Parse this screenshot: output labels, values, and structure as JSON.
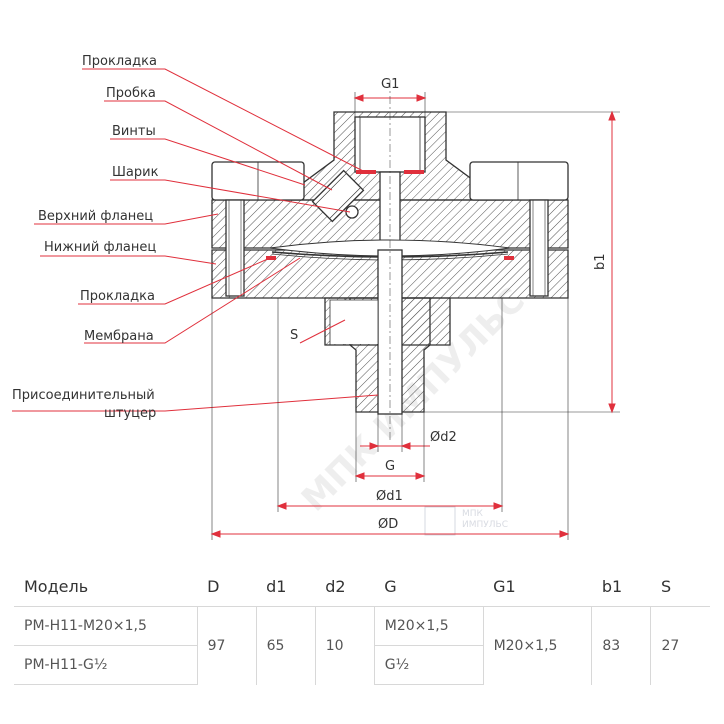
{
  "labels": {
    "gasket_top": "Прокладка",
    "plug": "Пробка",
    "screws": "Винты",
    "ball": "Шарик",
    "upper_flange": "Верхний фланец",
    "lower_flange": "Нижний фланец",
    "gasket_bottom": "Прокладка",
    "membrane": "Мембрана",
    "fitting_line1": "Присоединительный",
    "fitting_line2": "штуцер"
  },
  "dimensions": {
    "G1": "G1",
    "b1": "b1",
    "S": "S",
    "d2": "Ød2",
    "G": "G",
    "d1": "Ød1",
    "D": "ØD"
  },
  "watermark": {
    "main": "МПК ИМПУЛЬС",
    "logo_line1": "МПК",
    "logo_line2": "ИМПУЛЬС"
  },
  "table": {
    "headers": {
      "model": "Модель",
      "D": "D",
      "d1": "d1",
      "d2": "d2",
      "G": "G",
      "G1": "G1",
      "b1": "b1",
      "S": "S"
    },
    "rows": [
      {
        "model": "РМ-Н11-М20×1,5",
        "G": "М20×1,5"
      },
      {
        "model": "РМ-Н11-G½",
        "G": "G½"
      }
    ],
    "shared": {
      "D": "97",
      "d1": "65",
      "d2": "10",
      "G1": "М20×1,5",
      "b1": "83",
      "S": "27"
    }
  },
  "colors": {
    "leader": "#e0303c",
    "outline": "#333333",
    "hatch": "#444444",
    "gasket": "#e0303c"
  }
}
